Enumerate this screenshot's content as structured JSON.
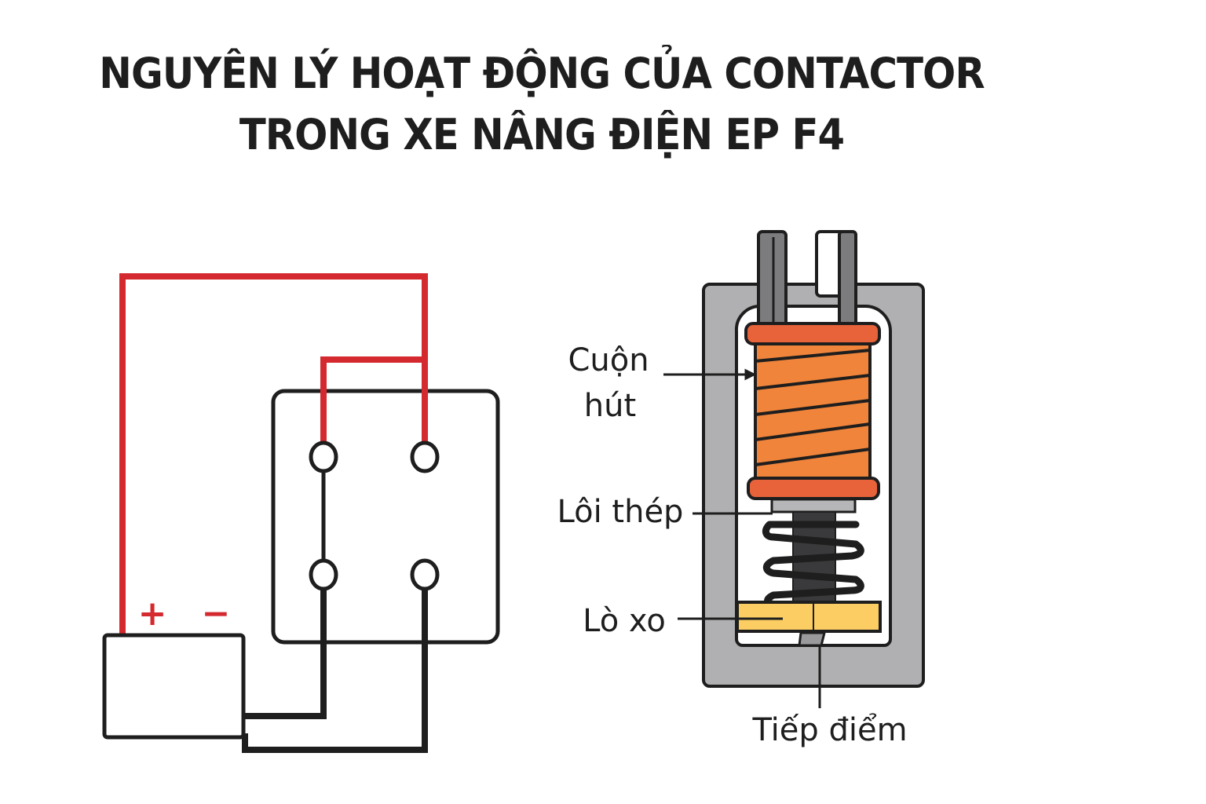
{
  "title": {
    "line1": "NGUYÊN LÝ HOẠT ĐỘNG CỦA CONTACTOR",
    "line2": "TRONG XE NÂNG ĐIỆN EP F4"
  },
  "circuit": {
    "battery_plus": "+",
    "battery_minus": "−",
    "colors": {
      "positive_wire": "#d42a2f",
      "negative_wire": "#1e1e1e"
    }
  },
  "contactor": {
    "labels": {
      "coil": [
        "Cuộn",
        "hút"
      ],
      "core": "Lôi thép",
      "spring": "Lò xo",
      "contact": "Tiếp điểm"
    },
    "colors": {
      "frame": "#b0b0b2",
      "coil_body": "#f0843a",
      "coil_flange": "#e8623a",
      "core": "#b6b6b8",
      "spring": "#1e1e1e",
      "contact_plate": "#fbcd63",
      "terminal": "#7c7c7e"
    }
  }
}
